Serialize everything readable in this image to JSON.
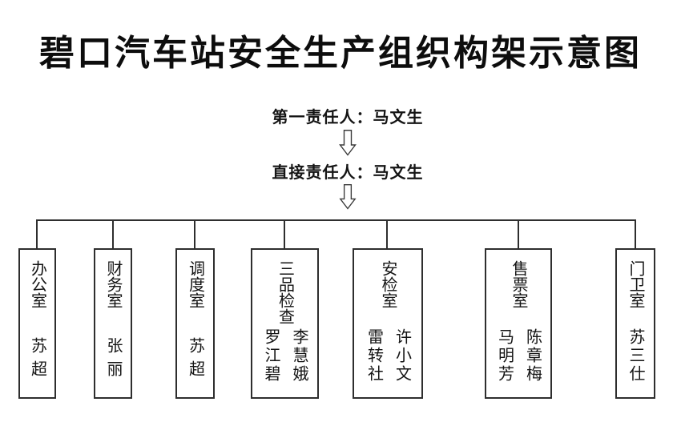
{
  "title": "碧口汽车站安全生产组织构架示意图",
  "hierarchy": {
    "first_responsible": "第一责任人：马文生",
    "direct_responsible": "直接责任人：马文生"
  },
  "icons": {
    "down_arrow": "⇩"
  },
  "colors": {
    "background": "#ffffff",
    "text": "#111111",
    "line": "#2e2e2e"
  },
  "units": [
    {
      "dept": "办公室",
      "names": [
        "苏超"
      ]
    },
    {
      "dept": "财务室",
      "names": [
        "张丽"
      ]
    },
    {
      "dept": "调度室",
      "names": [
        "苏超"
      ]
    },
    {
      "dept": "三品检查",
      "names": [
        "李慧娥",
        "罗江碧"
      ]
    },
    {
      "dept": "安检室",
      "names": [
        "许小文",
        "雷转社"
      ]
    },
    {
      "dept": "售票室",
      "names": [
        "陈章梅",
        "马明芳"
      ]
    },
    {
      "dept": "门卫室",
      "names": [
        "苏三仕"
      ]
    }
  ]
}
